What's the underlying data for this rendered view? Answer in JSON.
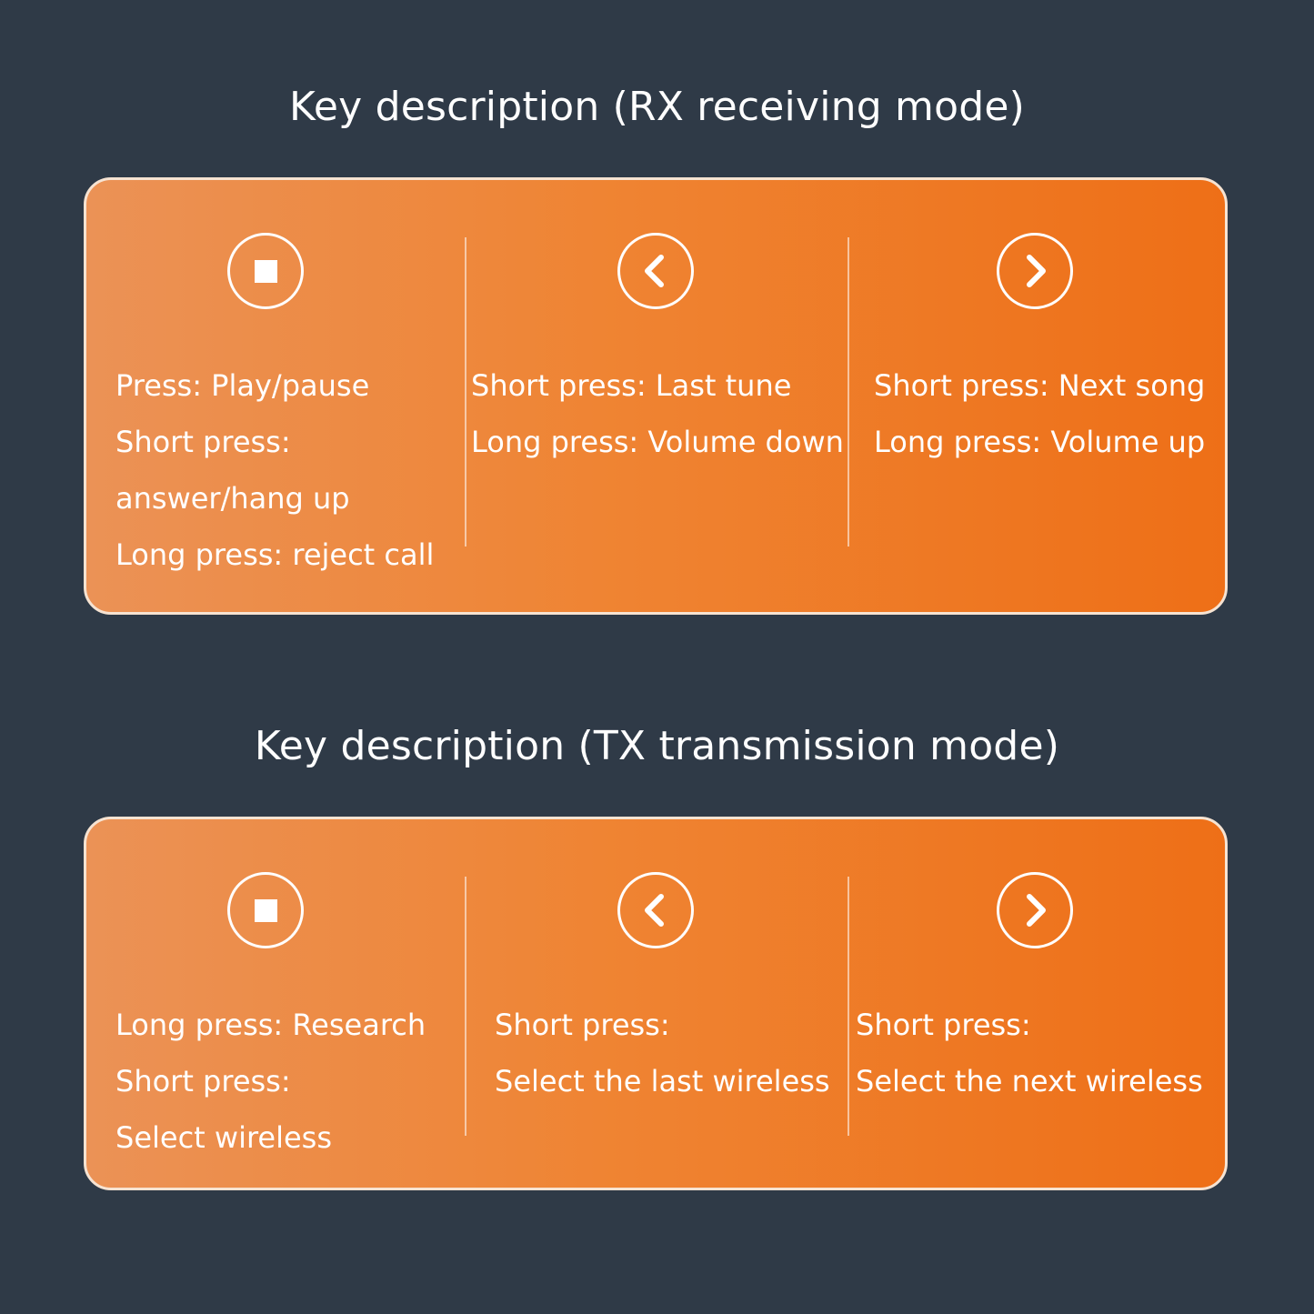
{
  "rx": {
    "title": "Key description (RX receiving mode)",
    "columns": [
      {
        "icon": "stop-icon",
        "lines": [
          "Press: Play/pause",
          "Short press:",
          "answer/hang up",
          "Long press: reject call"
        ]
      },
      {
        "icon": "chevron-left-icon",
        "lines": [
          "Short press: Last tune",
          "Long press: Volume down"
        ]
      },
      {
        "icon": "chevron-right-icon",
        "lines": [
          "Short press: Next song",
          "Long press: Volume up"
        ]
      }
    ]
  },
  "tx": {
    "title": "Key description (TX transmission mode)",
    "columns": [
      {
        "icon": "stop-icon",
        "lines": [
          "Long press: Research",
          "Short press:",
          "Select wireless"
        ]
      },
      {
        "icon": "chevron-left-icon",
        "lines": [
          "Short press:",
          "Select the last wireless"
        ]
      },
      {
        "icon": "chevron-right-icon",
        "lines": [
          "Short press:",
          "Select the next wireless"
        ]
      }
    ]
  },
  "colors": {
    "background": "#2f3a47",
    "panel_gradient_start": "#eb9256",
    "panel_gradient_end": "#ee6f17",
    "panel_border": "#f6e3d2",
    "text": "#ffffff"
  }
}
